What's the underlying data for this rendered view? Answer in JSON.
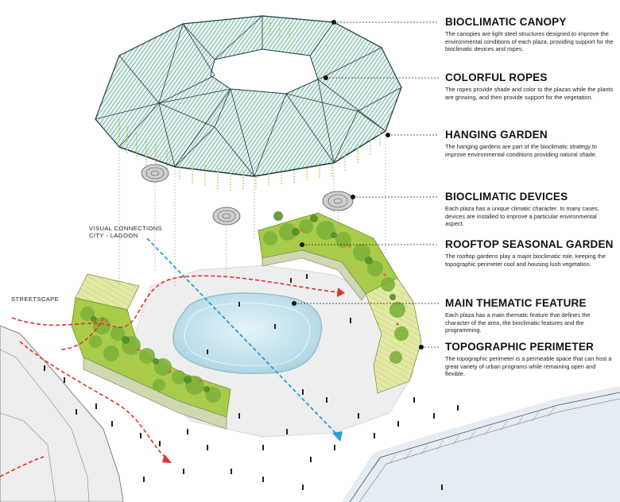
{
  "legend": [
    {
      "title": "BIOCLIMATIC CANOPY",
      "desc": "The canopies are light steel structures designed to improve the environmental conditions of each plaza, providing support for the bioclimatic devices and ropes."
    },
    {
      "title": "COLORFUL ROPES",
      "desc": "The ropes provide shade and color to the plazas while the plants are growing, and then provide support for the vegetation."
    },
    {
      "title": "HANGING GARDEN",
      "desc": "The hanging gardens are part of the bioclimatic strategy to improve environmental conditions providing natural shade."
    },
    {
      "title": "BIOCLIMATIC DEVICES",
      "desc": "Each plaza has a unique climatic character. In many cases, devices are installed to improve a particular environmental aspect."
    },
    {
      "title": "ROOFTOP SEASONAL GARDEN",
      "desc": "The rooftop gardens play a major bioclimatic role, keeping the topographic perimeter cool and housing lush vegetation."
    },
    {
      "title": "MAIN THEMATIC FEATURE",
      "desc": "Each plaza has a main thematic feature that defines the character of the area, the bioclimatic features and the programming."
    },
    {
      "title": "TOPOGRAPHIC PERIMETER",
      "desc": "The topographic perimeter is a permeable space that can host a great variety of urban programs while remaining open and flexible."
    }
  ],
  "labels": {
    "visual_line1": "VISUAL CONNECTIONS",
    "visual_line2": "CITY - LAGOON",
    "streetscape": "STREETSCAPE"
  },
  "colors": {
    "canopy_frame": "#1f3f4a",
    "canopy_hatch": "#3f8f8a",
    "vegetation": "#9cc23a",
    "platform": "#dde59a",
    "water": "#bfe0ec",
    "red_arrow": "#e0332e",
    "blue_arrow": "#2a9fd0"
  }
}
